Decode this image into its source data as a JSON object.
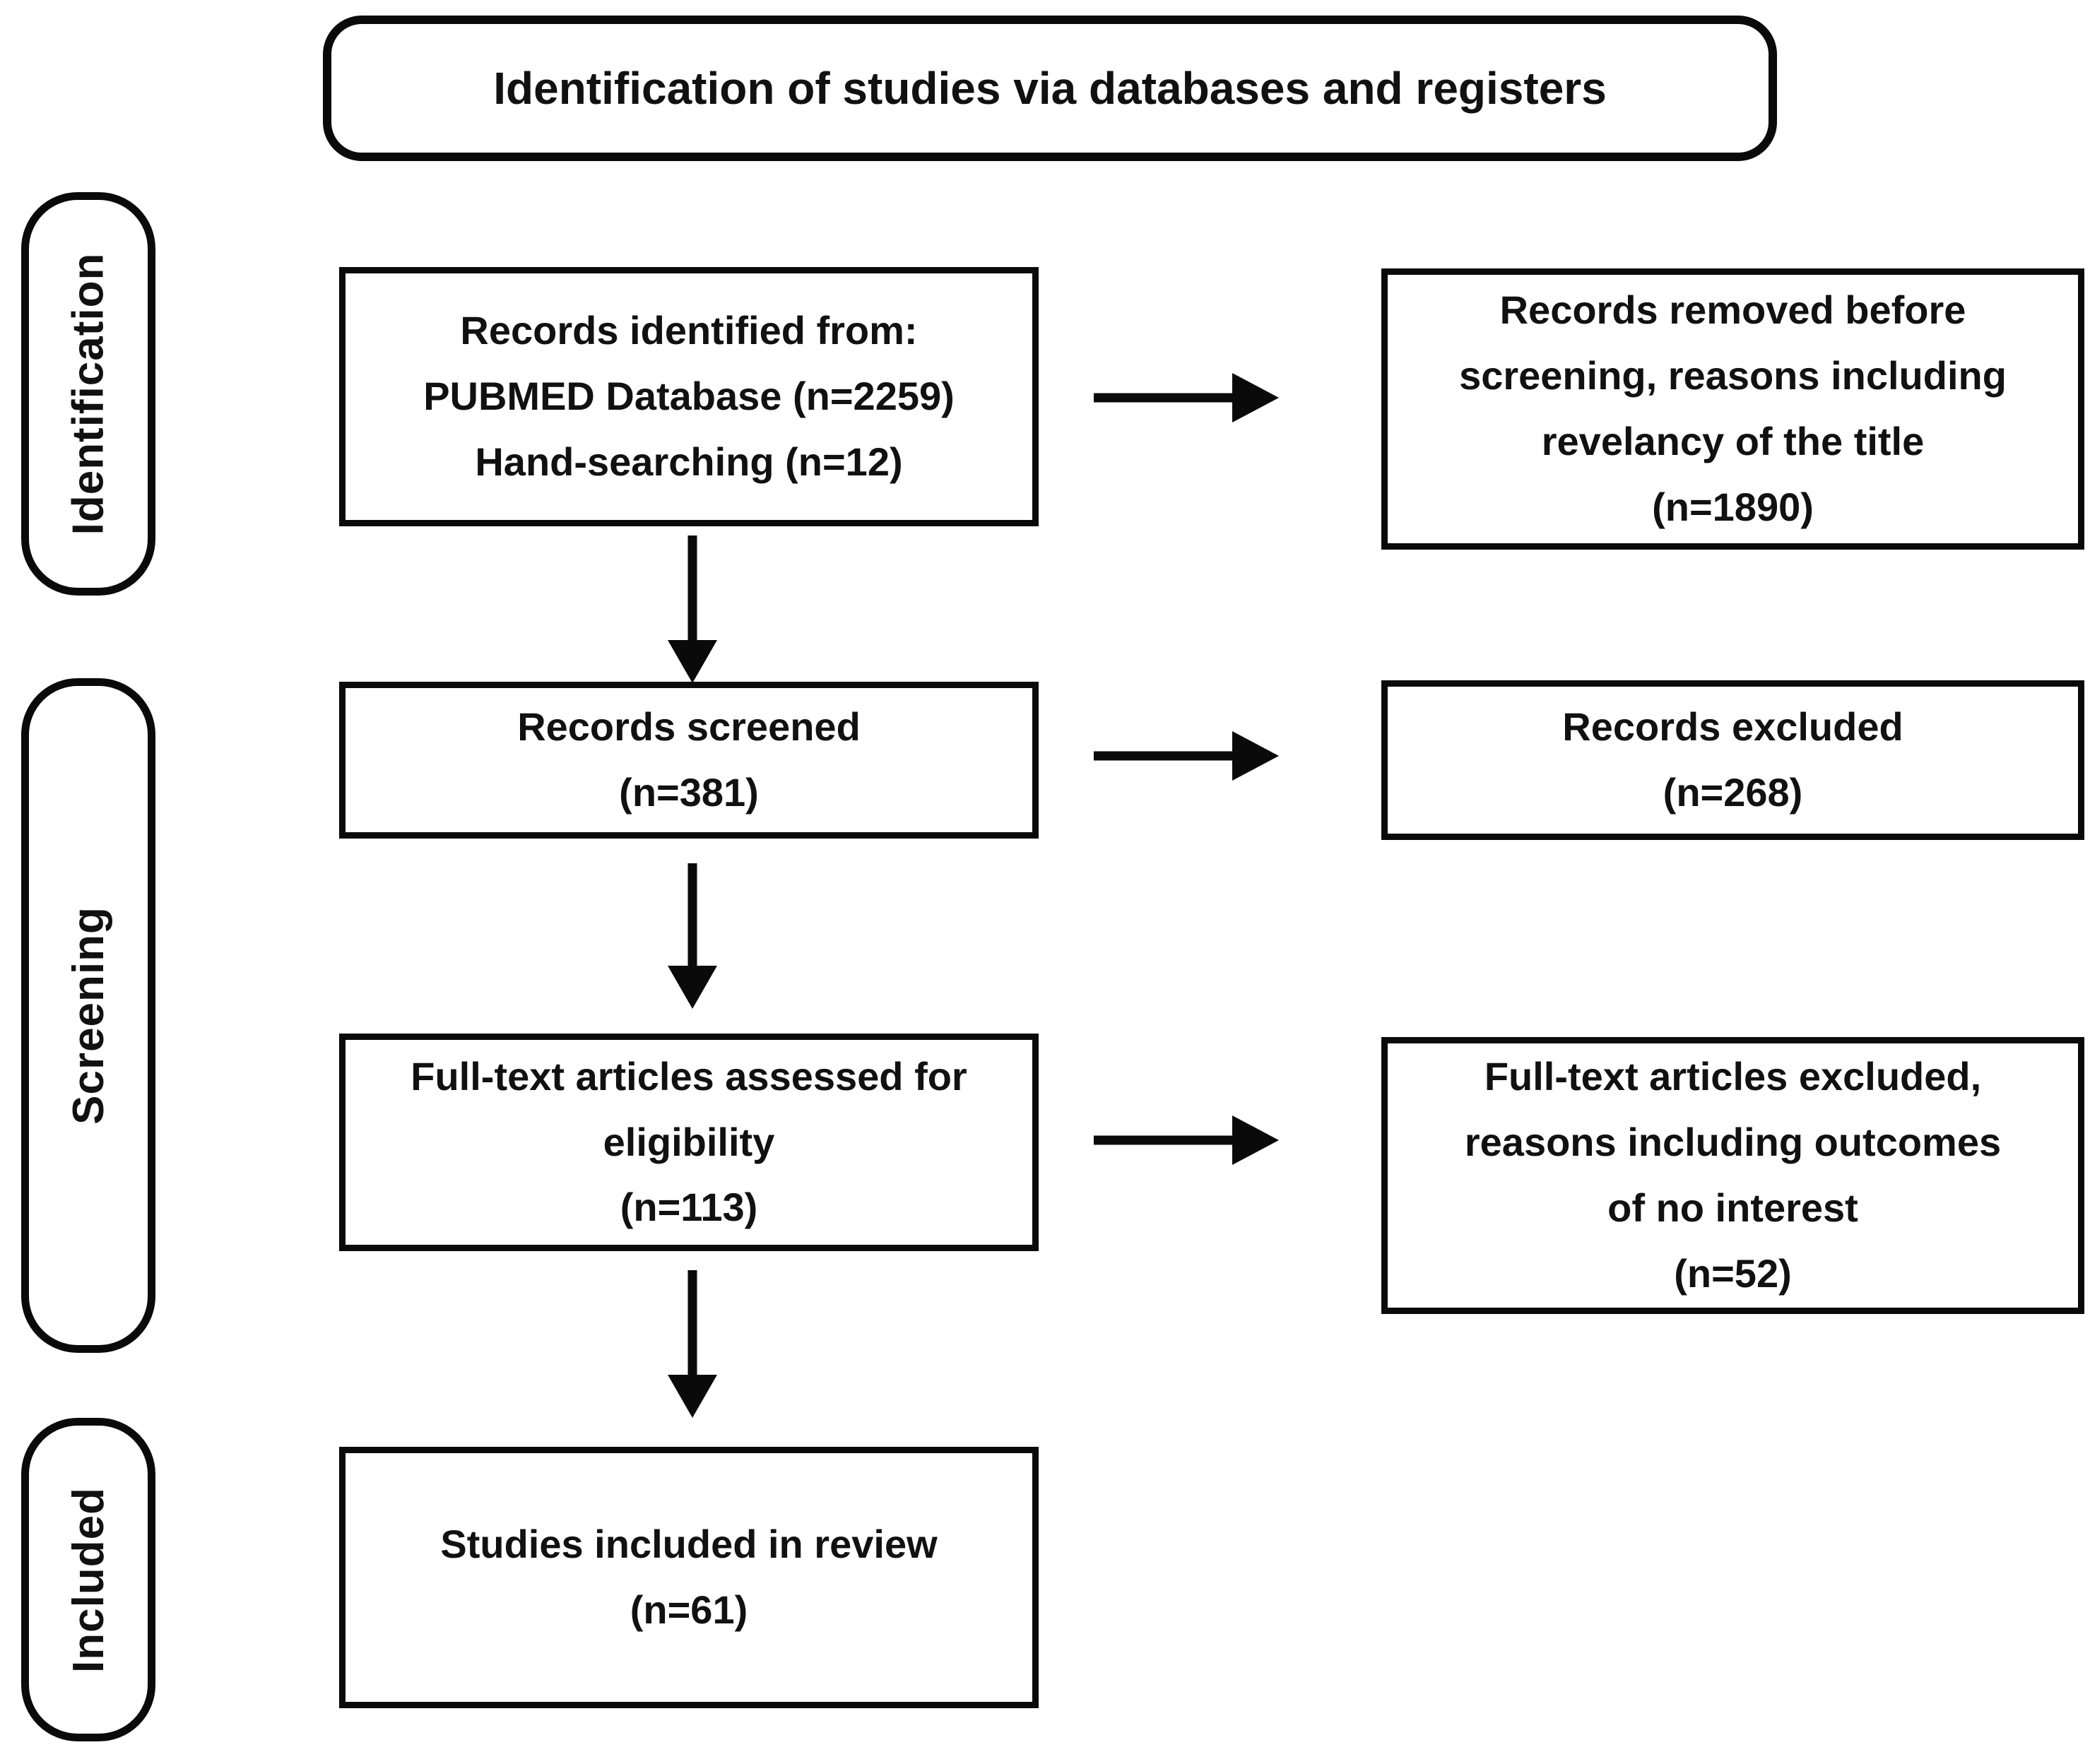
{
  "title": "Identification of studies via databases and registers",
  "stages": {
    "identification": "Identification",
    "screening": "Screening",
    "included": "Included"
  },
  "flow": {
    "identified": {
      "lines": [
        "Records identified from:",
        "PUBMED Database (n=2259)",
        "Hand-searching (n=12)"
      ]
    },
    "screened": {
      "lines": [
        "Records screened",
        "(n=381)"
      ]
    },
    "fulltext": {
      "lines": [
        "Full-text articles assessed for",
        "eligibility",
        "(n=113)"
      ]
    },
    "included": {
      "lines": [
        "Studies included in review",
        "(n=61)"
      ]
    }
  },
  "excluded": {
    "removed_before_screening": {
      "lines": [
        "Records removed before",
        "screening, reasons including",
        "revelancy of the title",
        "(n=1890)"
      ]
    },
    "records_excluded": {
      "lines": [
        "Records excluded",
        "(n=268)"
      ]
    },
    "fulltext_excluded": {
      "lines": [
        "Full-text articles excluded,",
        "reasons including outcomes",
        "of no interest",
        "(n=52)"
      ]
    }
  },
  "counts": {
    "pubmed": 2259,
    "hand_searching": 12,
    "removed_before_screening": 1890,
    "screened": 381,
    "records_excluded": 268,
    "fulltext_assessed": 113,
    "fulltext_excluded": 52,
    "included_in_review": 61
  },
  "colors": {
    "border": "#0a0a0a",
    "text": "#111111",
    "background": "#ffffff"
  }
}
